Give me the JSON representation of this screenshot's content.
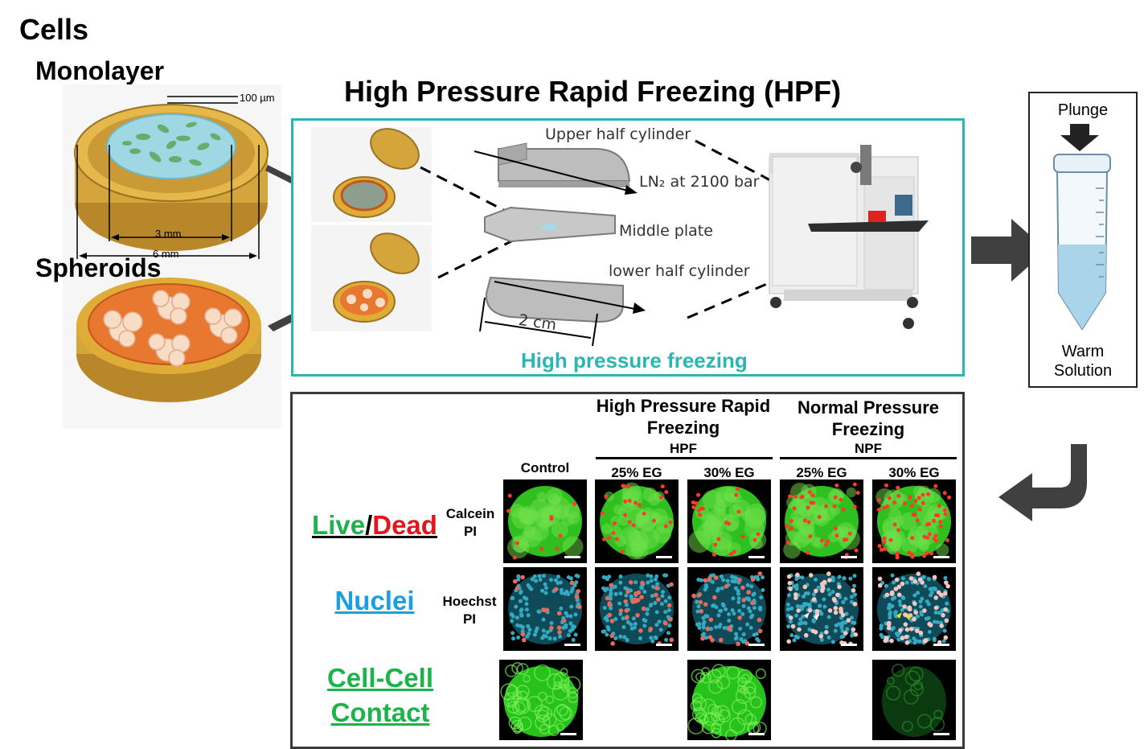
{
  "cells": {
    "heading": "Cells",
    "monolayer": "Monolayer",
    "spheroids": "Spheroids",
    "dims": {
      "thickness": "100 µm",
      "inner": "3 mm",
      "outer": "6 mm"
    }
  },
  "hpf": {
    "title": "High Pressure Rapid Freezing (HPF)",
    "upper": "Upper half cylinder",
    "ln2": "LN₂ at 2100 bar",
    "middle": "Middle plate",
    "lower": "lower half cylinder",
    "length": "2 cm",
    "caption": "High pressure freezing",
    "colors": {
      "teal": "#2cb5b1",
      "gold": "#d4a53a",
      "orange": "#e8772f"
    }
  },
  "tube": {
    "plunge": "Plunge",
    "solution_line1": "Warm",
    "solution_line2": "Solution"
  },
  "results": {
    "hpf_group_line1": "High Pressure Rapid",
    "hpf_group_line2": "Freezing",
    "hpf_abbr": "HPF",
    "npf_group_line1": "Normal Pressure",
    "npf_group_line2": "Freezing",
    "npf_abbr": "NPF",
    "columns": [
      "Control",
      "25% EG",
      "30% EG",
      "25% EG",
      "30% EG"
    ],
    "rows": {
      "live": "Live",
      "slash": "/",
      "dead": "Dead",
      "livedead_stain1": "Calcein",
      "livedead_stain2": "PI",
      "nuclei": "Nuclei",
      "nuclei_stain1": "Hoechst",
      "nuclei_stain2": "PI",
      "contact_line1": "Cell-Cell",
      "contact_line2": "Contact"
    },
    "colors": {
      "live": "#1db34a",
      "dead": "#e4141b",
      "nuclei": "#1aa0e0",
      "contact": "#1db34a"
    }
  }
}
